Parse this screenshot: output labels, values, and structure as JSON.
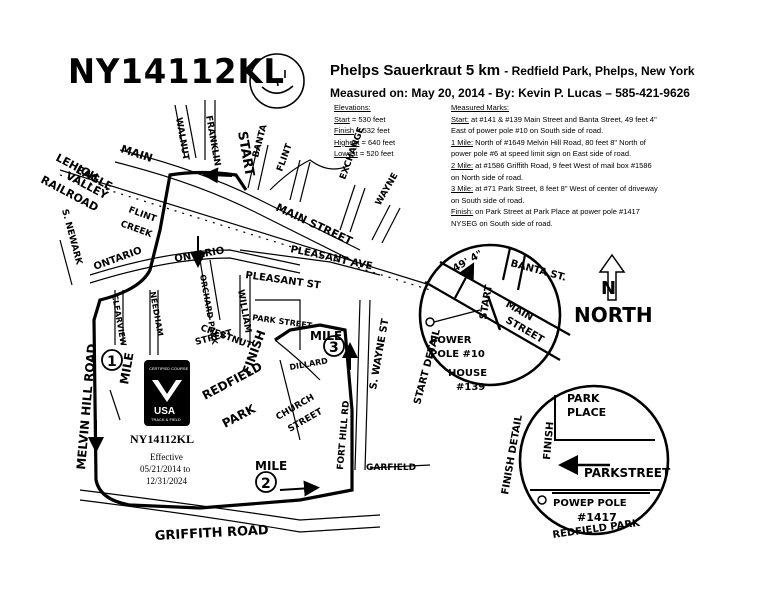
{
  "course_code": "NY14112KL",
  "title": {
    "main": "Phelps Sauerkraut 5 km",
    "location": "- Redfield Park, Phelps, New York"
  },
  "measured_on": "Measured on: May 20, 2014 - By: Kevin P. Lucas – 585-421-9626",
  "elevations": {
    "heading": "Elevations:",
    "rows": [
      {
        "label": "Start",
        "value": " = 530 feet"
      },
      {
        "label": "Finish",
        "value": " = 532 feet"
      },
      {
        "label": "Highest",
        "value": " = 640 feet"
      },
      {
        "label": "Lowest",
        "value": " = 520 feet"
      }
    ]
  },
  "measured_marks": {
    "heading": "Measured Marks:",
    "lines": [
      {
        "label": "Start:",
        "text": " at #141 & #139 Main Street and Banta Street, 49 feet 4\""
      },
      {
        "label": "",
        "text": "East of power pole #10 on South side of road."
      },
      {
        "label": "1 Mile:",
        "text": " North of #1649 Melvin Hill Road, 80 feet 8\" North of"
      },
      {
        "label": "",
        "text": "power pole #6 at speed limit sign on East side of road."
      },
      {
        "label": "2 Mile:",
        "text": " at #1586 Griffith Road, 9 feet West of mail box #1586"
      },
      {
        "label": "",
        "text": "on North side of road."
      },
      {
        "label": "3 Mile:",
        "text": " at #71 Park Street, 8 feet 8\" West of center of driveway"
      },
      {
        "label": "",
        "text": "on South side of road."
      },
      {
        "label": "Finish:",
        "text": " on Park Street at Park Place at power pole #1417"
      },
      {
        "label": "",
        "text": "NYSEG on South side of road."
      }
    ]
  },
  "certificate": {
    "top_text": "CERTIFIED COURSE",
    "org": "USA",
    "org_sub": "TRACK & FIELD",
    "code": "NY14112KL",
    "effective": "Effective",
    "from": "05/21/2014 to",
    "to": "12/31/2024"
  },
  "streets": {
    "main_1": "MAIN",
    "main_street": "MAIN STREET",
    "lehigh": "LEHIGH",
    "valley": "VALLEY",
    "railroad": "RAILROAD",
    "eagle": "EAGLE",
    "walnut": "WALNUT",
    "franklin": "FRANKLIN",
    "banta": "BANTA",
    "flint": "FLINT",
    "exchange": "EXCHANGE",
    "wayne": "WAYNE",
    "flint_creek_1": "FLINT",
    "flint_creek_2": "CREEK",
    "ontario_1": "ONTARIO",
    "ontario_2": "ONTARIO",
    "pleasant_ave": "PLEASANT AVE",
    "pleasant_st": "PLEASANT ST",
    "orchard_park": "ORCHARD PARK",
    "newark": "S. NEWARK",
    "clearview": "CLEARVIEW",
    "needham": "NEEDHAM",
    "chestnut_1": "CHESTNUT",
    "chestnut_2": "STREET",
    "william": "WILLIAM",
    "park_street": "PARK STREET",
    "park_place": "PARK PLACE",
    "dillard": "DILLARD",
    "church_1": "CHURCH",
    "church_2": "STREET",
    "redfield_1": "REDFIELD",
    "redfield_2": "PARK",
    "s_wayne": "S. WAYNE ST",
    "fort_hill": "FORT HILL RD",
    "garfield": "GARFIELD",
    "griffith": "GRIFFITH ROAD",
    "melvin": "MELVIN HILL ROAD"
  },
  "mile_markers": [
    {
      "number": "1",
      "label": "MILE"
    },
    {
      "number": "2",
      "label": "MILE"
    },
    {
      "number": "3",
      "label": "MILE"
    }
  ],
  "start_label": "START",
  "finish_label": "FINISH",
  "start_detail": {
    "label": "START DETAIL",
    "distance": "49' 4\"",
    "banta": "BANTA ST.",
    "start": "START",
    "main": "MAIN",
    "street": "STREET",
    "power": "POWER",
    "pole": "POLE #10",
    "house": "HOUSE",
    "number": "#139"
  },
  "finish_detail": {
    "label": "FINISH DETAIL",
    "park_1": "PARK",
    "place": "PLACE",
    "finish": "FINISH",
    "park_street": "PARKSTREET",
    "power_pole": "POWEP POLE",
    "number": "#1417",
    "redfield": "REDFIELD PARK"
  },
  "north": {
    "letter": "N",
    "label": "NORTH"
  }
}
